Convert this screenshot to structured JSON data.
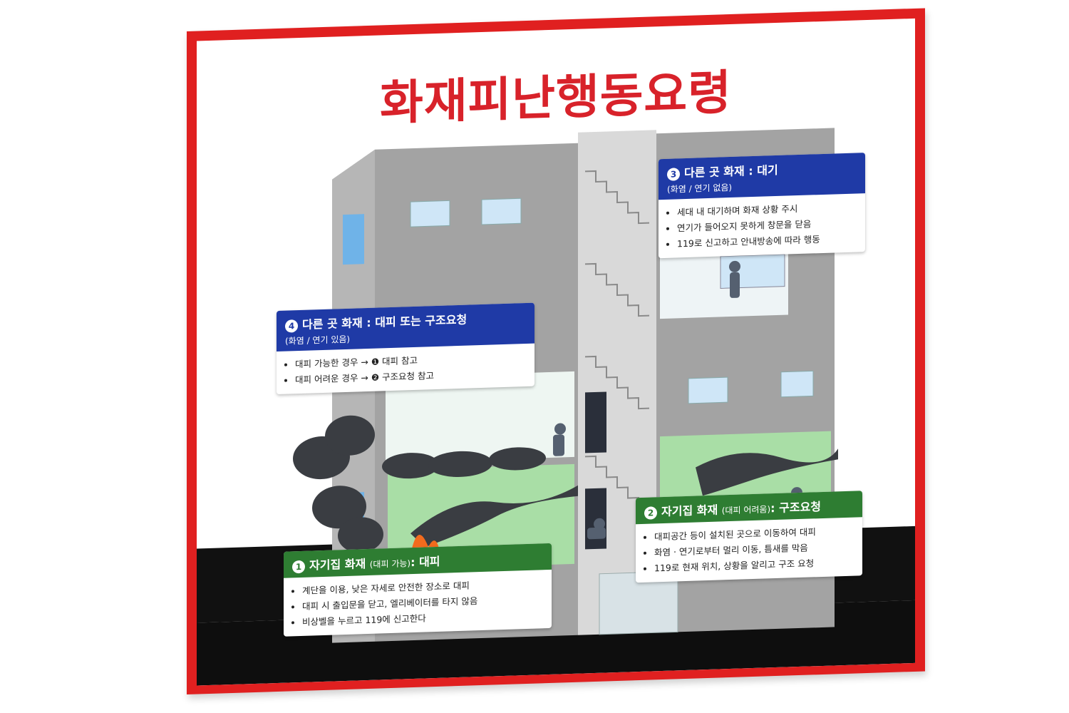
{
  "title": "화재피난행동요령",
  "colors": {
    "frame": "#e02020",
    "title": "#d8222a",
    "blue": "#1f3aa6",
    "green": "#2e7d32"
  },
  "box1": {
    "num": "1",
    "title": "자기집 화재",
    "sub": "(대피 가능)",
    "action": "대피",
    "items": [
      "계단을 이용, 낮은 자세로 안전한 장소로 대피",
      "대피 시 출입문을 닫고, 엘리베이터를 타지 않음",
      "비상벨을 누르고 119에 신고한다"
    ]
  },
  "box2": {
    "num": "2",
    "title": "자기집 화재",
    "sub": "(대피 어려움)",
    "action": "구조요청",
    "items": [
      "대피공간 등이 설치된 곳으로 이동하여 대피",
      "화염 · 연기로부터 멀리 이동, 틈새를 막음",
      "119로 현재 위치, 상황을 알리고 구조 요청"
    ]
  },
  "box3": {
    "num": "3",
    "title": "다른 곳 화재 :  대기",
    "sub": "(화염 / 연기 없음)",
    "items": [
      "세대 내 대기하며 화재 상황 주시",
      "연기가 들어오지 못하게 창문을 닫음",
      "119로 신고하고 안내방송에 따라 행동"
    ]
  },
  "box4": {
    "num": "4",
    "title": "다른 곳 화재 :  대피 또는 구조요청",
    "sub": "(화염 / 연기 있음)",
    "items": [
      "대피 가능한 경우 → ❶ 대피 참고",
      "대피 어려운 경우 → ❷ 구조요청 참고"
    ]
  }
}
